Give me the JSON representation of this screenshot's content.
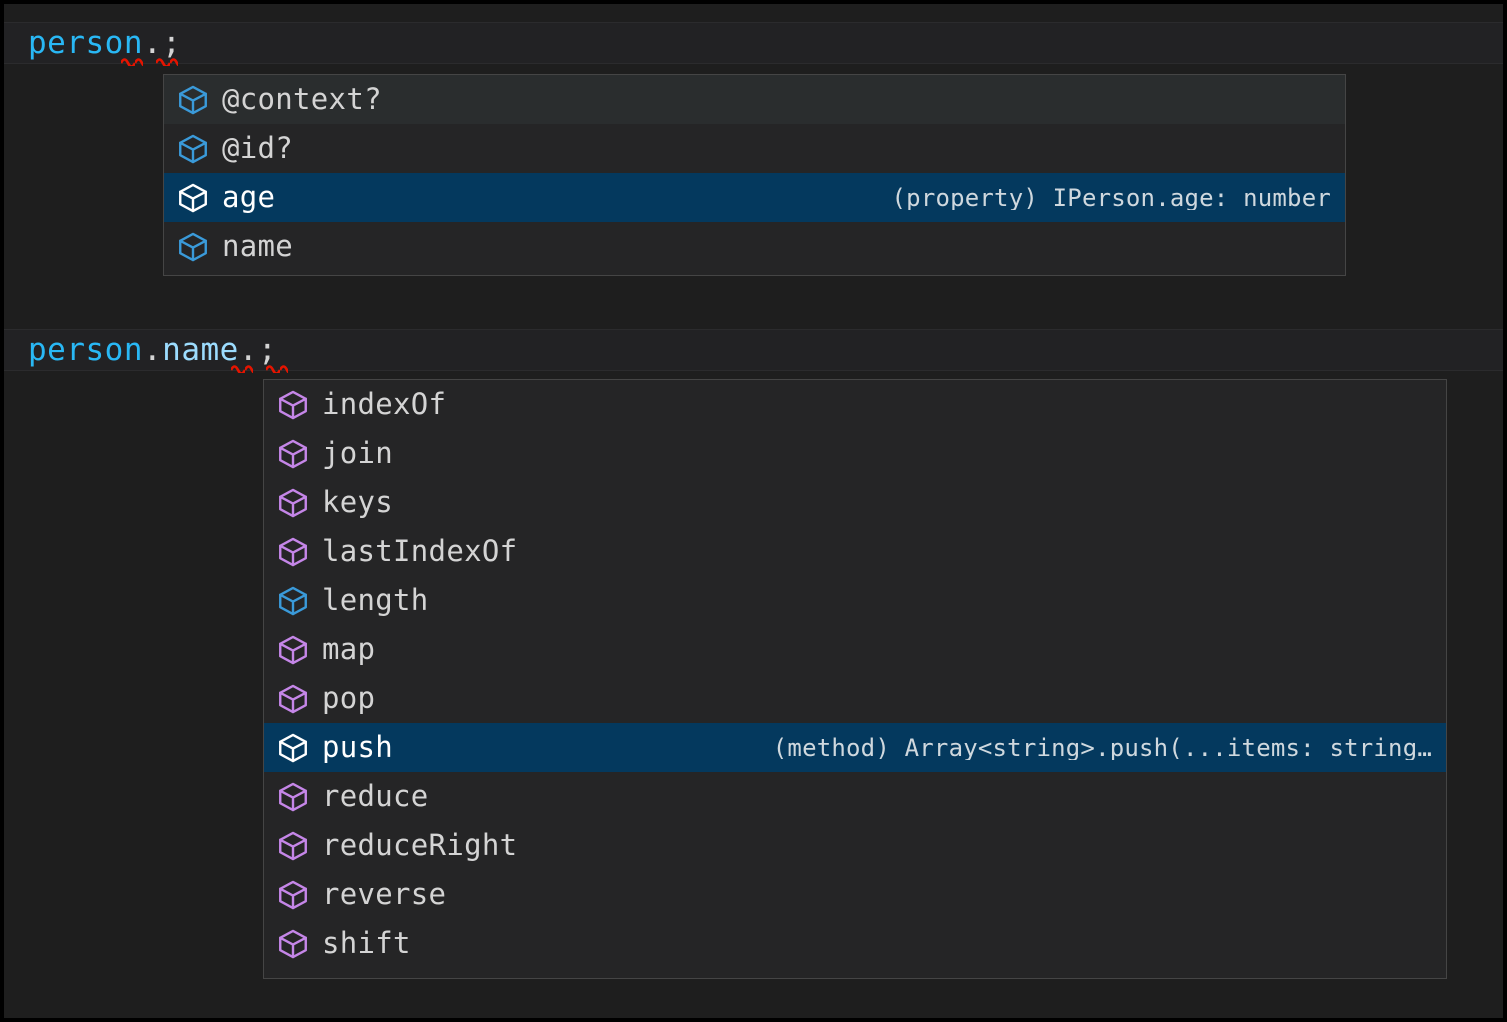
{
  "editor": {
    "background_color": "#1e1e1e",
    "lines": [
      {
        "name": "line-1",
        "segments": [
          {
            "text": "person",
            "kind": "variable"
          },
          {
            "text": ".",
            "kind": "punctuation"
          },
          {
            "text": ";",
            "kind": "punctuation"
          }
        ],
        "full_text": "person.;"
      },
      {
        "name": "line-2",
        "segments": [
          {
            "text": "person",
            "kind": "variable"
          },
          {
            "text": ".",
            "kind": "punctuation"
          },
          {
            "text": "name",
            "kind": "property"
          },
          {
            "text": ".",
            "kind": "punctuation"
          },
          {
            "text": ";",
            "kind": "punctuation"
          }
        ],
        "full_text": "person.name.;"
      }
    ],
    "colors": {
      "variable": "#29b8f5",
      "property": "#9cdcfe",
      "punctuation": "#d4d4d4",
      "error_squiggle": "#e51400",
      "selected_row": "#04395e",
      "hovered_row": "#2a2d2e",
      "widget_background": "#252526",
      "widget_border": "#454545"
    }
  },
  "suggest_widgets": [
    {
      "name": "suggest-widget-person",
      "items": [
        {
          "label": "@context?",
          "icon": "property-cube-icon",
          "icon_color": "#3a9ad9",
          "state": "hovered",
          "detail": ""
        },
        {
          "label": "@id?",
          "icon": "property-cube-icon",
          "icon_color": "#3a9ad9",
          "state": "normal",
          "detail": ""
        },
        {
          "label": "age",
          "icon": "property-cube-icon",
          "icon_color": "#ffffff",
          "state": "selected",
          "detail": "(property) IPerson.age: number"
        },
        {
          "label": "name",
          "icon": "property-cube-icon",
          "icon_color": "#3a9ad9",
          "state": "normal",
          "detail": ""
        }
      ]
    },
    {
      "name": "suggest-widget-name",
      "items": [
        {
          "label": "indexOf",
          "icon": "method-cube-icon",
          "icon_color": "#c586e8",
          "state": "normal",
          "detail": ""
        },
        {
          "label": "join",
          "icon": "method-cube-icon",
          "icon_color": "#c586e8",
          "state": "normal",
          "detail": ""
        },
        {
          "label": "keys",
          "icon": "method-cube-icon",
          "icon_color": "#c586e8",
          "state": "normal",
          "detail": ""
        },
        {
          "label": "lastIndexOf",
          "icon": "method-cube-icon",
          "icon_color": "#c586e8",
          "state": "normal",
          "detail": ""
        },
        {
          "label": "length",
          "icon": "property-cube-icon",
          "icon_color": "#3a9ad9",
          "state": "normal",
          "detail": ""
        },
        {
          "label": "map",
          "icon": "method-cube-icon",
          "icon_color": "#c586e8",
          "state": "normal",
          "detail": ""
        },
        {
          "label": "pop",
          "icon": "method-cube-icon",
          "icon_color": "#c586e8",
          "state": "normal",
          "detail": ""
        },
        {
          "label": "push",
          "icon": "method-cube-icon",
          "icon_color": "#ffffff",
          "state": "selected",
          "detail": "(method) Array<string>.push(...items: string…"
        },
        {
          "label": "reduce",
          "icon": "method-cube-icon",
          "icon_color": "#c586e8",
          "state": "normal",
          "detail": ""
        },
        {
          "label": "reduceRight",
          "icon": "method-cube-icon",
          "icon_color": "#c586e8",
          "state": "normal",
          "detail": ""
        },
        {
          "label": "reverse",
          "icon": "method-cube-icon",
          "icon_color": "#c586e8",
          "state": "normal",
          "detail": ""
        },
        {
          "label": "shift",
          "icon": "method-cube-icon",
          "icon_color": "#c586e8",
          "state": "normal",
          "detail": ""
        }
      ]
    }
  ]
}
